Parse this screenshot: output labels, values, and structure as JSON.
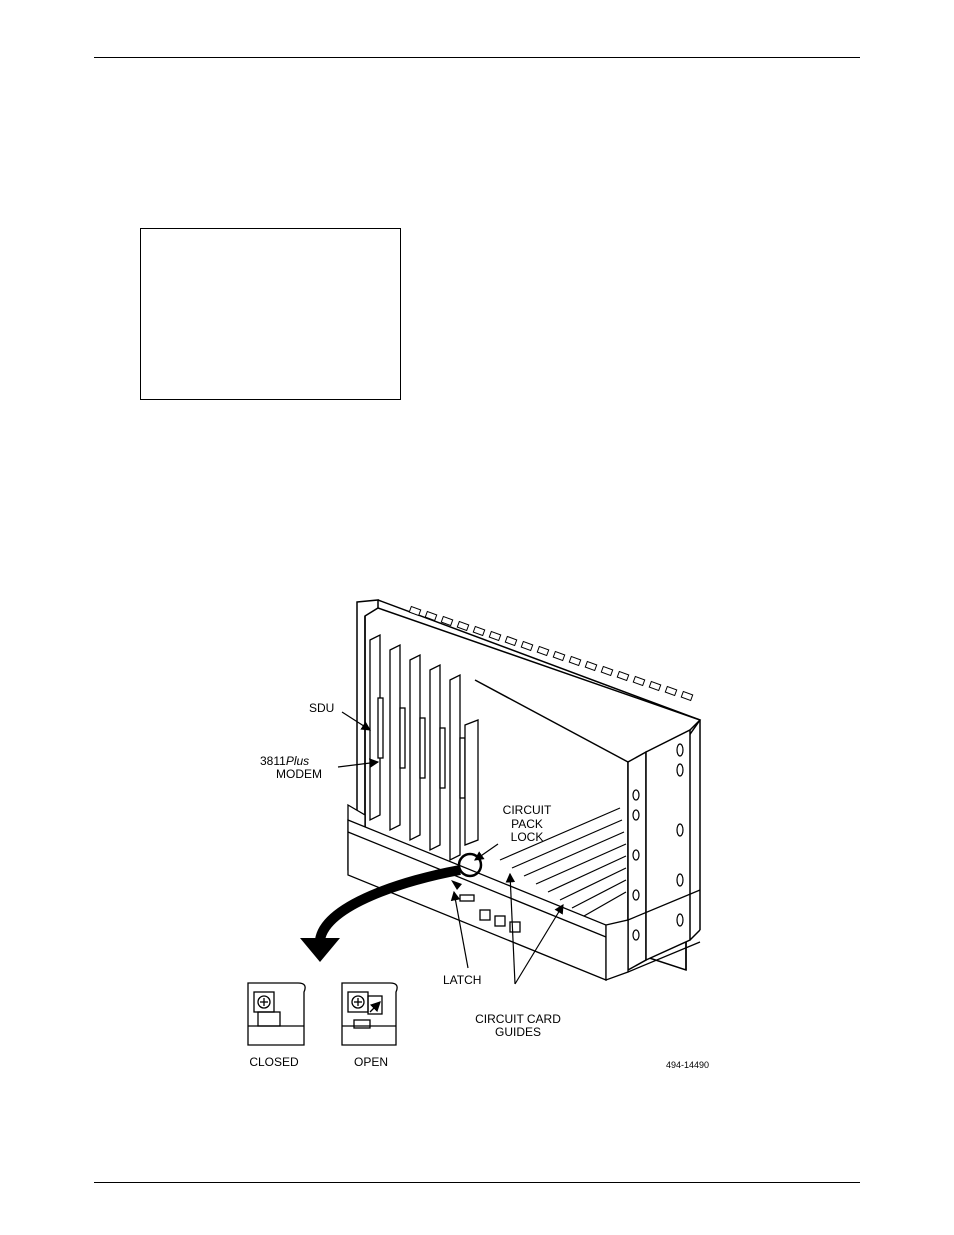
{
  "figure": {
    "labels": {
      "sdu": "SDU",
      "modem_number": "3811",
      "modem_italic": "Plus",
      "modem_word": "MODEM",
      "circuit": "CIRCUIT",
      "pack": "PACK",
      "lock": "LOCK",
      "latch": "LATCH",
      "circuit_card": "CIRCUIT CARD",
      "guides": "GUIDES",
      "closed": "CLOSED",
      "open": "OPEN",
      "figure_code": "494-14490"
    }
  }
}
